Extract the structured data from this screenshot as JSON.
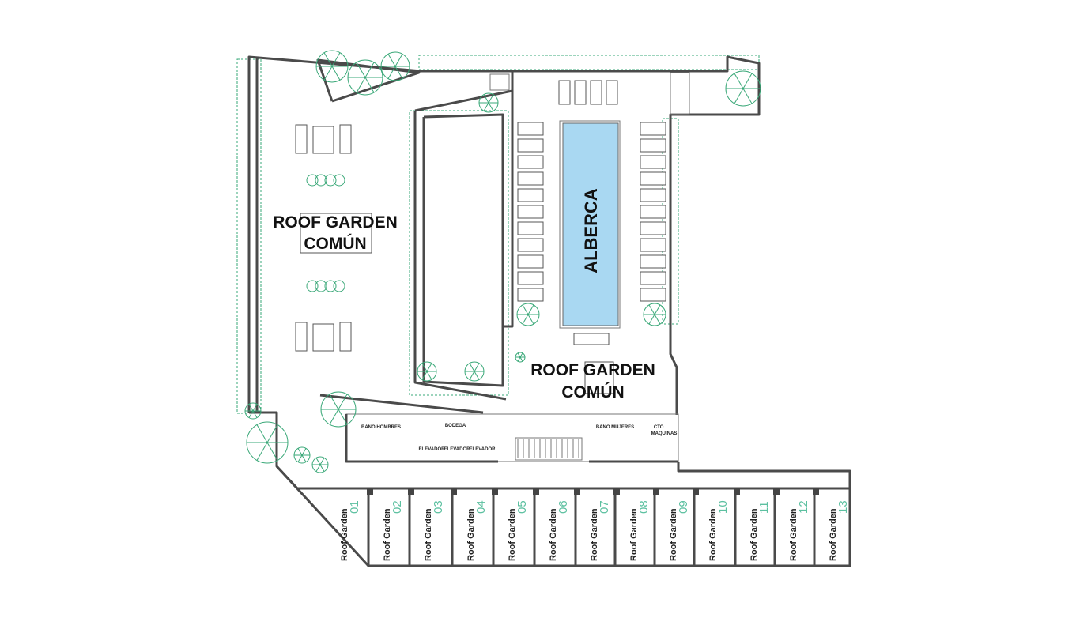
{
  "areas": {
    "roof_garden_left": [
      "ROOF GARDEN",
      "COMÚN"
    ],
    "roof_garden_center": [
      "ROOF GARDEN",
      "COMÚN"
    ],
    "pool": "ALBERCA"
  },
  "rooms": {
    "bathroom_men": "BAÑO HOMBRES",
    "storage": "BODEGA",
    "elevators": [
      "ELEVADOR",
      "ELEVADOR",
      "ELEVADOR"
    ],
    "bathroom_women": "BAÑO MUJERES",
    "machine_room": [
      "CTO.",
      "MAQUINAS"
    ]
  },
  "units": [
    {
      "label": "Roof Garden",
      "number": "01"
    },
    {
      "label": "Roof Garden",
      "number": "02"
    },
    {
      "label": "Roof Garden",
      "number": "03"
    },
    {
      "label": "Roof Garden",
      "number": "04"
    },
    {
      "label": "Roof Garden",
      "number": "05"
    },
    {
      "label": "Roof Garden",
      "number": "06"
    },
    {
      "label": "Roof Garden",
      "number": "07"
    },
    {
      "label": "Roof Garden",
      "number": "08"
    },
    {
      "label": "Roof Garden",
      "number": "09"
    },
    {
      "label": "Roof Garden",
      "number": "10"
    },
    {
      "label": "Roof Garden",
      "number": "11"
    },
    {
      "label": "Roof Garden",
      "number": "12"
    },
    {
      "label": "Roof Garden",
      "number": "13"
    }
  ],
  "colors": {
    "pool": "#a9d8f2",
    "vegetation": "#3aa878",
    "unit_number": "#5cc0a0",
    "walls": "#4a4a4a"
  }
}
